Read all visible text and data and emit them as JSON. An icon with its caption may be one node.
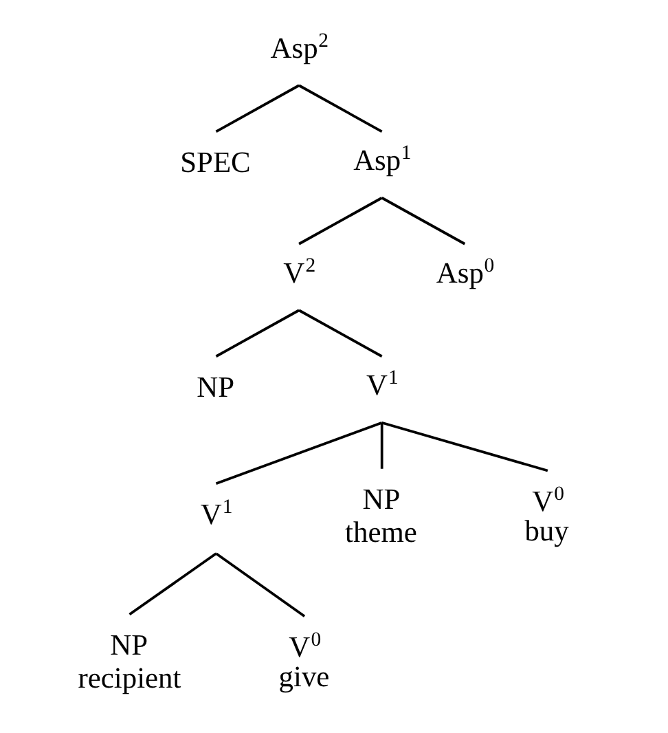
{
  "diagram": {
    "nodes": [
      {
        "text": [
          "Asp$^{2}$"
        ]
      },
      {
        "text": [
          "SPEC"
        ]
      },
      {
        "text": [
          "Asp$^{1}$"
        ]
      },
      {
        "text": [
          "V$^{2}$"
        ]
      },
      {
        "text": [
          "Asp$^{0}$"
        ]
      },
      {
        "text": [
          "NP"
        ]
      },
      {
        "text": [
          "V$^{1}$"
        ]
      },
      {
        "text": [
          "V$^{1}$"
        ]
      },
      {
        "text": [
          "NP",
          "theme"
        ]
      },
      {
        "text": [
          "V$^{0}$",
          "buy"
        ]
      },
      {
        "text": [
          "NP",
          "recipient"
        ]
      },
      {
        "text": [
          "V$^{0}$",
          "give"
        ]
      }
    ],
    "edges": [
      {
        "from": 0,
        "to": 1,
        "arrow": "none"
      },
      {
        "from": 0,
        "to": 2,
        "arrow": "none"
      },
      {
        "from": 2,
        "to": 3,
        "arrow": "none"
      },
      {
        "from": 2,
        "to": 4,
        "arrow": "none"
      },
      {
        "from": 3,
        "to": 5,
        "arrow": "none"
      },
      {
        "from": 3,
        "to": 6,
        "arrow": "none"
      },
      {
        "from": 6,
        "to": 7,
        "arrow": "none"
      },
      {
        "from": 6,
        "to": 8,
        "arrow": "none"
      },
      {
        "from": 6,
        "to": 9,
        "arrow": "none"
      },
      {
        "from": 7,
        "to": 10,
        "arrow": "none"
      },
      {
        "from": 7,
        "to": 11,
        "arrow": "none"
      }
    ]
  }
}
